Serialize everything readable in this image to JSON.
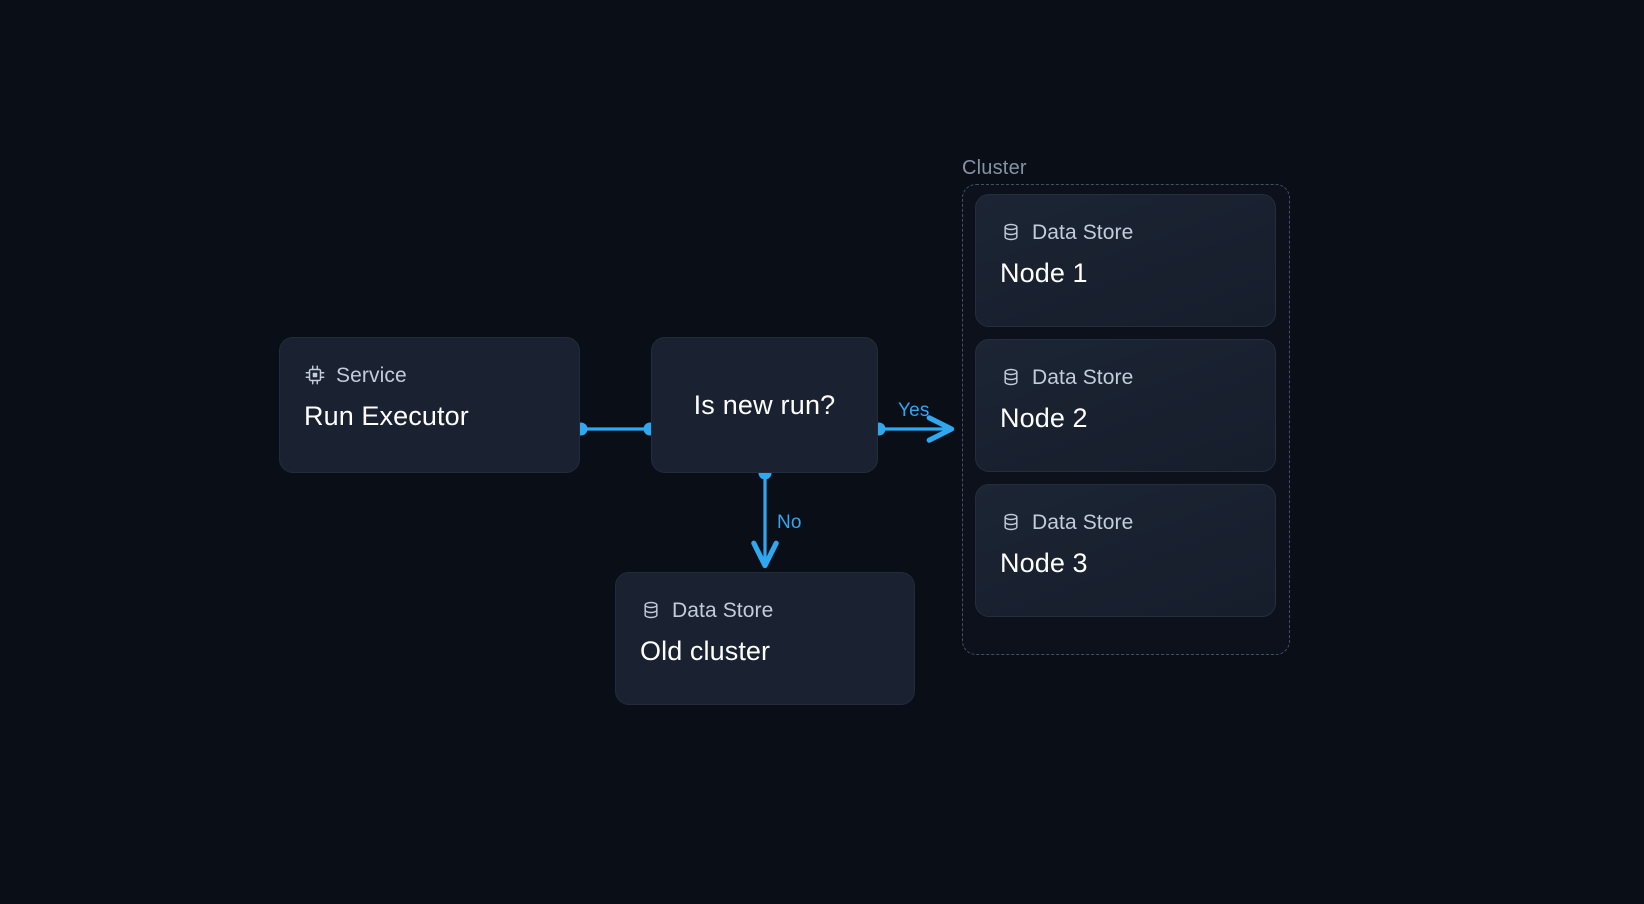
{
  "diagram": {
    "background_color": "#0a0e17",
    "edge_color": "#2fa8f0",
    "node_fill": "#1a2130",
    "title_color": "#ffffff",
    "type_color": "#c3ccd9"
  },
  "nodes": {
    "service": {
      "type_label": "Service",
      "title": "Run Executor",
      "icon": "cpu-chip-icon"
    },
    "decision": {
      "title": "Is new run?"
    },
    "old_cluster": {
      "type_label": "Data Store",
      "title": "Old cluster",
      "icon": "database-icon"
    },
    "node1": {
      "type_label": "Data Store",
      "title": "Node 1",
      "icon": "database-icon"
    },
    "node2": {
      "type_label": "Data Store",
      "title": "Node 2",
      "icon": "database-icon"
    },
    "node3": {
      "type_label": "Data Store",
      "title": "Node 3",
      "icon": "database-icon"
    }
  },
  "group": {
    "cluster_label": "Cluster"
  },
  "edges": {
    "service_to_decision": {
      "label": ""
    },
    "decision_to_cluster": {
      "label": "Yes"
    },
    "decision_to_old_cluster": {
      "label": "No"
    }
  }
}
